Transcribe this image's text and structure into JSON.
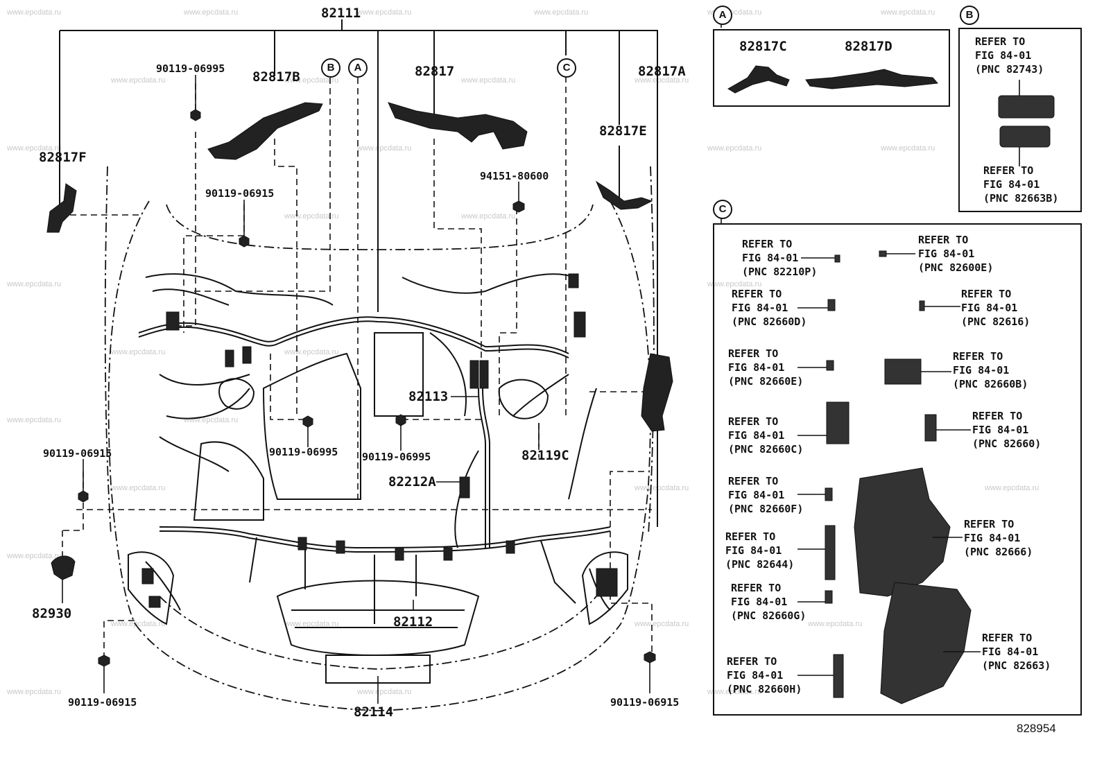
{
  "watermark": "www.epcdata.ru",
  "figure_code": "828954",
  "part_numbers": {
    "p82111": "82111",
    "p82817B": "82817B",
    "p82817": "82817",
    "p82817A": "82817A",
    "p82817E": "82817E",
    "p82817F": "82817F",
    "p82113": "82113",
    "p82119C": "82119C",
    "p82212A": "82212A",
    "p82112": "82112",
    "p82114": "82114",
    "p82930": "82930",
    "p82817C": "82817C",
    "p82817D": "82817D"
  },
  "bolts": {
    "b1": "90119-06995",
    "b2": "90119-06915",
    "b3": "94151-80600",
    "b4": "90119-06915",
    "b5": "90119-06995",
    "b6": "90119-06995",
    "b7": "90119-06915",
    "b8": "90119-06915"
  },
  "callouts": {
    "a": "A",
    "b": "B",
    "c": "C"
  },
  "panel_b": {
    "ref1": "REFER TO\nFIG 84-01\n(PNC 82743)",
    "ref2": "REFER TO\nFIG 84-01\n(PNC 82663B)"
  },
  "panel_c": {
    "r1": "REFER TO\nFIG 84-01\n(PNC 82210P)",
    "r2": "REFER TO\nFIG 84-01\n(PNC 82600E)",
    "r3": "REFER TO\nFIG 84-01\n(PNC 82660D)",
    "r4": "REFER TO\nFIG 84-01\n(PNC 82616)",
    "r5": "REFER TO\nFIG 84-01\n(PNC 82660E)",
    "r6": "REFER TO\nFIG 84-01\n(PNC 82660B)",
    "r7": "REFER TO\nFIG 84-01\n(PNC 82660C)",
    "r8": "REFER TO\nFIG 84-01\n(PNC 82660)",
    "r9": "REFER TO\nFIG 84-01\n(PNC 82660F)",
    "r10": "REFER TO\nFIG 84-01\n(PNC 82666)",
    "r11": "REFER TO\nFIG 84-01\n(PNC 82644)",
    "r12": "REFER TO\nFIG 84-01\n(PNC 82660G)",
    "r13": "REFER TO\nFIG 84-01\n(PNC 82663)",
    "r14": "REFER TO\nFIG 84-01\n(PNC 82660H)"
  }
}
